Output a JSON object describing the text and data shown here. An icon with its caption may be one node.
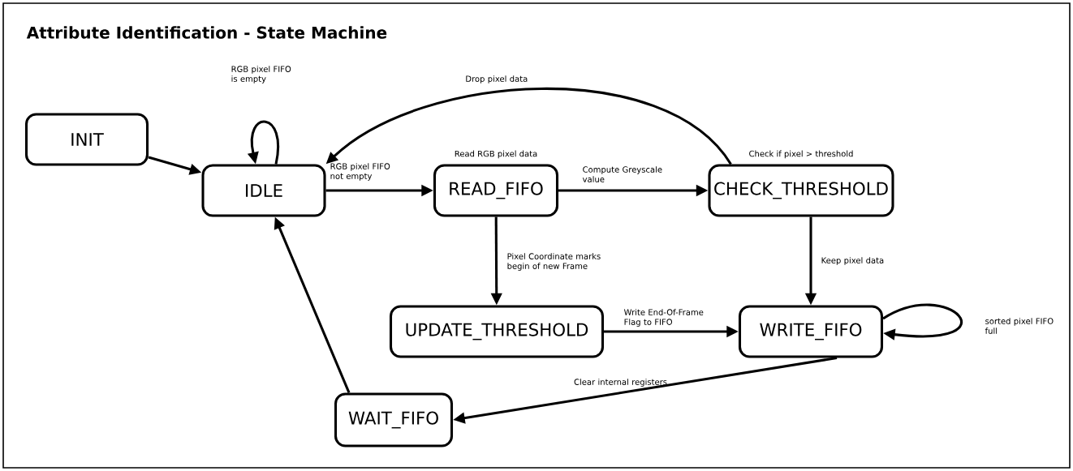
{
  "diagram": {
    "title": "Attribute Identification - State Machine",
    "nodes": [
      {
        "text": [
          "INIT"
        ]
      },
      {
        "text": [
          "IDLE"
        ]
      },
      {
        "text": [
          "READ_FIFO"
        ],
        "beside": [
          "Read RGB pixel data"
        ]
      },
      {
        "text": [
          "CHECK_THRESHOLD"
        ],
        "beside": [
          "Check if pixel > threshold"
        ]
      },
      {
        "text": [
          "UPDATE_THRESHOLD"
        ]
      },
      {
        "text": [
          "WRITE_FIFO"
        ]
      },
      {
        "text": [
          "WAIT_FIFO"
        ]
      }
    ],
    "edges": [
      {
        "from": 0,
        "to": 1,
        "arrow": "to"
      },
      {
        "from": 1,
        "to": 1,
        "arrow": "to",
        "label": "RGB pixel FIFO is empty"
      },
      {
        "from": 1,
        "to": 2,
        "arrow": "to",
        "label": "RGB pixel FIFO not empty"
      },
      {
        "from": 2,
        "to": 3,
        "arrow": "to",
        "label": "Compute Greyscale value"
      },
      {
        "from": 3,
        "to": 1,
        "arrow": "to",
        "label": "Drop pixel data"
      },
      {
        "from": 2,
        "to": 4,
        "arrow": "to",
        "label": "Pixel Coordinate marks begin of new Frame"
      },
      {
        "from": 3,
        "to": 5,
        "arrow": "to",
        "label": "Keep pixel data"
      },
      {
        "from": 4,
        "to": 5,
        "arrow": "to",
        "label": "Write End-Of-Frame Flag to FIFO"
      },
      {
        "from": 5,
        "to": 5,
        "arrow": "to",
        "label": "sorted pixel FIFO full"
      },
      {
        "from": 5,
        "to": 6,
        "arrow": "to",
        "label": "Clear internal registers"
      },
      {
        "from": 6,
        "to": 1,
        "arrow": "to"
      }
    ]
  }
}
